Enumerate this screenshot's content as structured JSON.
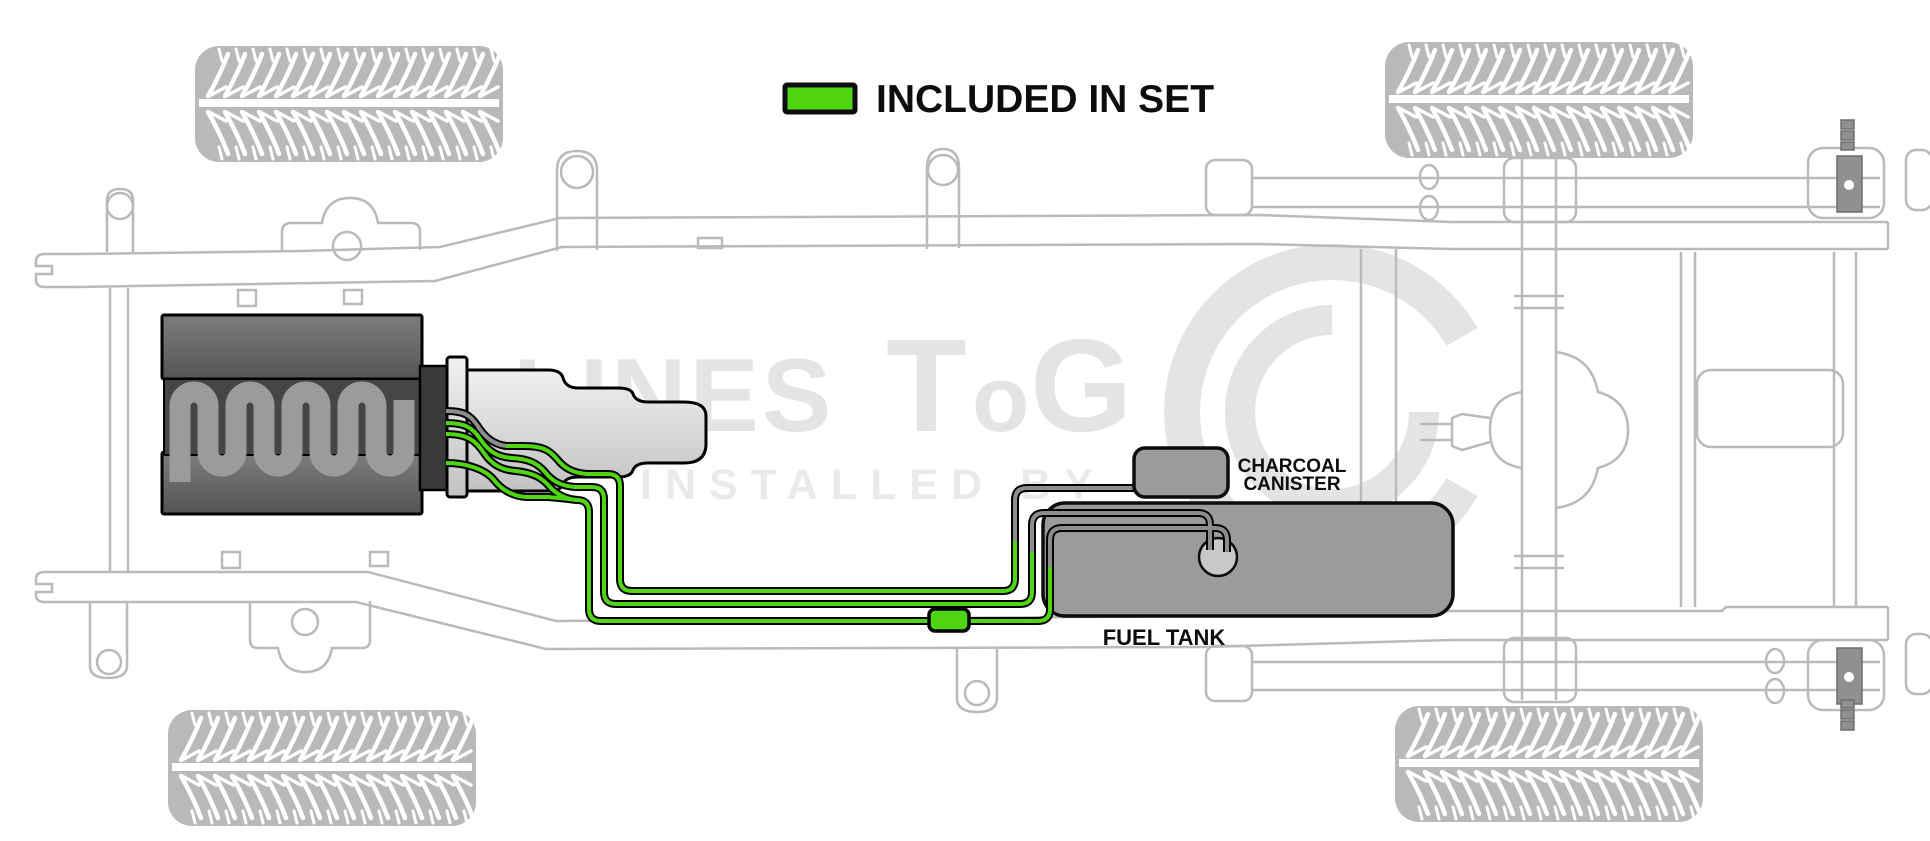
{
  "legend": {
    "label": "INCLUDED IN SET",
    "swatch_color": "#4fd611"
  },
  "watermark": {
    "brand_part1": "LINES",
    "brand_part2": "T",
    "brand_part3": "o",
    "brand_part4": "G",
    "tagline": "INSTALLED BY"
  },
  "labels": {
    "canister_line1": "CHARCOAL",
    "canister_line2": "CANISTER",
    "fuel_tank": "FUEL TANK"
  },
  "colors": {
    "included_in_set_green": "#4fd611",
    "not_included_gray": "#8d8d8d",
    "chassis_outline": "#bababa",
    "component_fill": "#9b9b9b",
    "watermark_gray": "#e4e4e4"
  }
}
